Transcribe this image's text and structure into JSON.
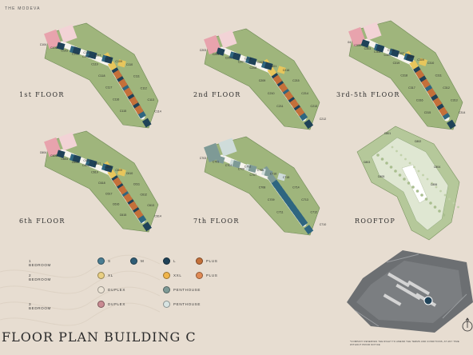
{
  "brand": "THE MODEVA",
  "title": "FLOOR PLAN BUILDING C",
  "disclaimer": "*COMPANY RESERVES THE RIGHT TO AMEND THE TERMS AND CONDITIONS, AT ANY TIME WITHOUT PRIOR NOTICE",
  "floors": [
    {
      "label": "1st FLOOR",
      "units": [
        "C104",
        "C105",
        "C106",
        "C107",
        "C103",
        "C108",
        "C102",
        "C109",
        "C101",
        "C110",
        "C119",
        "C111",
        "C118",
        "C112",
        "C117",
        "C113",
        "C116",
        "C114",
        "C115"
      ]
    },
    {
      "label": "2nd FLOOR",
      "units": [
        "C203",
        "C204",
        "C205",
        "C202",
        "C206",
        "C201",
        "C207",
        "C216",
        "C208",
        "C215",
        "C209",
        "C214",
        "C210",
        "C213",
        "C211",
        "C212"
      ]
    },
    {
      "label": "3rd-5th FLOOR",
      "units": [
        "C304",
        "C305",
        "C306",
        "C307",
        "C303",
        "C308",
        "C302",
        "C309",
        "C301",
        "C310",
        "C319",
        "C311",
        "C318",
        "C312",
        "C317",
        "C313",
        "C316",
        "C314",
        "C315"
      ]
    },
    {
      "label": "6th FLOOR",
      "units": [
        "C604",
        "C605",
        "C606",
        "C607",
        "C603",
        "C608",
        "C602",
        "C609",
        "C601",
        "C610",
        "C619",
        "C611",
        "C618",
        "C612",
        "C617",
        "C613",
        "C616",
        "C614",
        "C615"
      ]
    },
    {
      "label": "7th FLOOR",
      "units": [
        "C703",
        "C702",
        "C701",
        "C705",
        "C704",
        "C716",
        "C706",
        "C715",
        "C707",
        "C714",
        "C708",
        "C713",
        "C709",
        "C712",
        "C711",
        "C710"
      ]
    },
    {
      "label": "ROOFTOP",
      "units": [
        "C801",
        "C802",
        "C803",
        "C804",
        "C805",
        "C806"
      ]
    }
  ],
  "legend": {
    "rows": [
      {
        "category": "1 BEDROOM",
        "items": [
          {
            "label": "S",
            "color": "#4a7d92"
          },
          {
            "label": "M",
            "color": "#2f5d76"
          },
          {
            "label": "L",
            "color": "#1f4258"
          },
          {
            "label": "PLUS",
            "color": "#c4703a"
          }
        ]
      },
      {
        "category": "2 BEDROOM",
        "items": [
          {
            "label": "XL",
            "color": "#e9cf82"
          },
          {
            "label": "XXL",
            "color": "#f0b44a"
          },
          {
            "label": "PLUS",
            "color": "#e08a55"
          }
        ]
      },
      {
        "category": "",
        "items": [
          {
            "label": "DUPLEX",
            "color": "#ece4d6"
          },
          {
            "label": "PENTHOUSE",
            "color": "#7e9a96"
          }
        ]
      },
      {
        "category": "3 BEDROOM",
        "items": [
          {
            "label": "DUPLEX",
            "color": "#c98a92"
          },
          {
            "label": "PENTHOUSE",
            "color": "#d8e4e2"
          }
        ]
      }
    ]
  },
  "colors": {
    "background": "#e7ddd1",
    "corridor": "#f7f4ee",
    "green": "#9fb57c",
    "pink": "#e8a3ad",
    "pink_light": "#f2d3d6",
    "navy": "#1f4258",
    "teal": "#2f6680",
    "orange": "#c4703a",
    "yellow": "#e7c65c",
    "sage": "#7e9a96",
    "rooftop_green": "#b5c89a"
  }
}
